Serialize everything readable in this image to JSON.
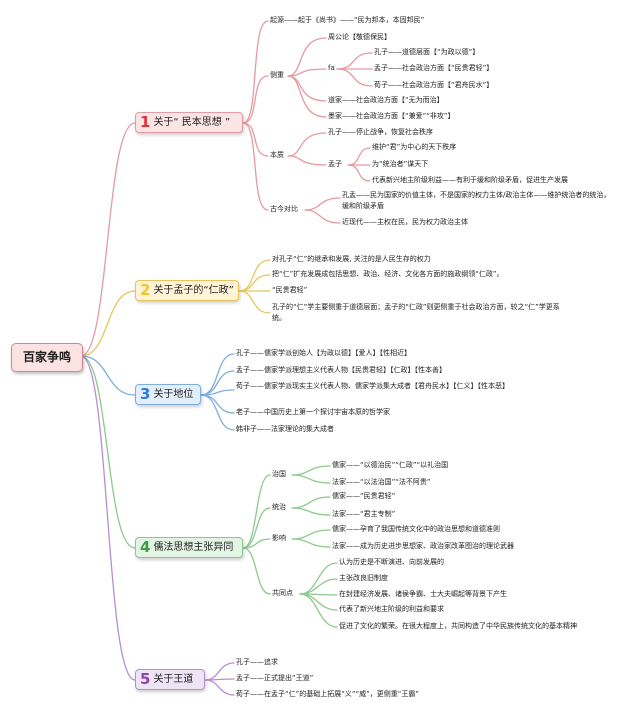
{
  "root": "百家争鸣",
  "colors": {
    "s1": "#e0303b",
    "s2": "#f3c232",
    "s3": "#2d7ad6",
    "s4": "#3aa043",
    "s5": "#8e44ad"
  },
  "sections": [
    {
      "num": "1",
      "label": "关于“ 民本思想 ”"
    },
    {
      "num": "2",
      "label": "关于孟子的“仁政”"
    },
    {
      "num": "3",
      "label": "关于地位"
    },
    {
      "num": "4",
      "label": "儒法思想主张异同"
    },
    {
      "num": "5",
      "label": "关于王道"
    }
  ],
  "s1": {
    "origin": "起源——起于《尚书》——“民为邦本，本固邦民”",
    "side": "侧重",
    "zhougong": "周公论【敬德保民】",
    "fa": "fa",
    "kongzi": "孔子——道德层面【“为政以德”】",
    "mengzi": "孟子——社会政治方面【“民贵君轻”】",
    "xunzi": "荀子——社会政治方面【“君舟民水”】",
    "daojia": "道家——社会政治方面【“无为而治】",
    "mojia": "墨家——社会政治方面【“兼爱”“非攻”】",
    "essence": "本质",
    "kz_essence": "孔子——停止战争，恢复社会秩序",
    "mengzi_label": "孟子",
    "mz1": "维护“君”为中心的天下秩序",
    "mz2": "为“统治者”谋天下",
    "mz3": "代表新兴地主阶级利益——有利于缓和阶级矛盾，促进生产发展",
    "compare": "古今对比",
    "cmp1": "孔孟——民为国家的价值主体，不是国家的权力主体/政治主体——维护统治者的统治，缓和阶级矛盾",
    "cmp2": "近现代——主权在民，民为权力政治主体"
  },
  "s2": {
    "i1": "对孔子“仁”的继承和发展, 关注的是人民生存的权力",
    "i2": "把“仁”扩充发展成包括思想、政治、经济、文化各方面的施政纲领“仁政”。",
    "i3": "“民贵君轻”",
    "i4": "孔子的“仁”学主要侧重于道德层面；孟子的“仁政”则更侧重于社会政治方面，较之“仁”学更系统。"
  },
  "s3": {
    "i1": "孔子——儒家学派创始人【为政以德】【爱人】【性相近】",
    "i2": "孟子——儒家学派理想主义代表人物【民贵君轻】【仁政】【性本善】",
    "i3": "荀子——儒家学派现实主义代表人物、儒家学派集大成者【君舟民水】【仁义】【性本恶】",
    "i4": "老子——中国历史上第一个探讨宇宙本原的哲学家",
    "i5": "韩非子——法家理论的集大成者"
  },
  "s4": {
    "zhiguo": "治国",
    "zg1": "儒家——“以德治民”“仁政”“以礼治国",
    "zg2": "法家——“以法治国”“法不阿贵”",
    "tongzhi": "统治",
    "tz1": "儒家——“民贵君轻”",
    "tz2": "法家——“君主专制”",
    "yingxiang": "影响",
    "yx1": "儒家——孕育了我国传统文化中的政治思想和道德准则",
    "yx2": "法家——成为历史进步思想家、政治家改革图治的理论武器",
    "gongtong": "共同点",
    "gt1": "认为历史是不断演进、向前发展的",
    "gt2": "主张改良旧制度",
    "gt3": "在封建经济发展、诸侯争霸、士大夫崛起等背景下产生",
    "gt4": "代表了新兴地主阶级的利益和要求",
    "gt5": "促进了文化的繁荣。在很大程度上，共同构造了中华民族传统文化的基本精神"
  },
  "s5": {
    "i1": "孔子——追求",
    "i2": "孟子——正式提出“王道”",
    "i3": "荀子——在孟子“仁”的基础上拓展“义”“威”，更侧重“王霸”"
  }
}
